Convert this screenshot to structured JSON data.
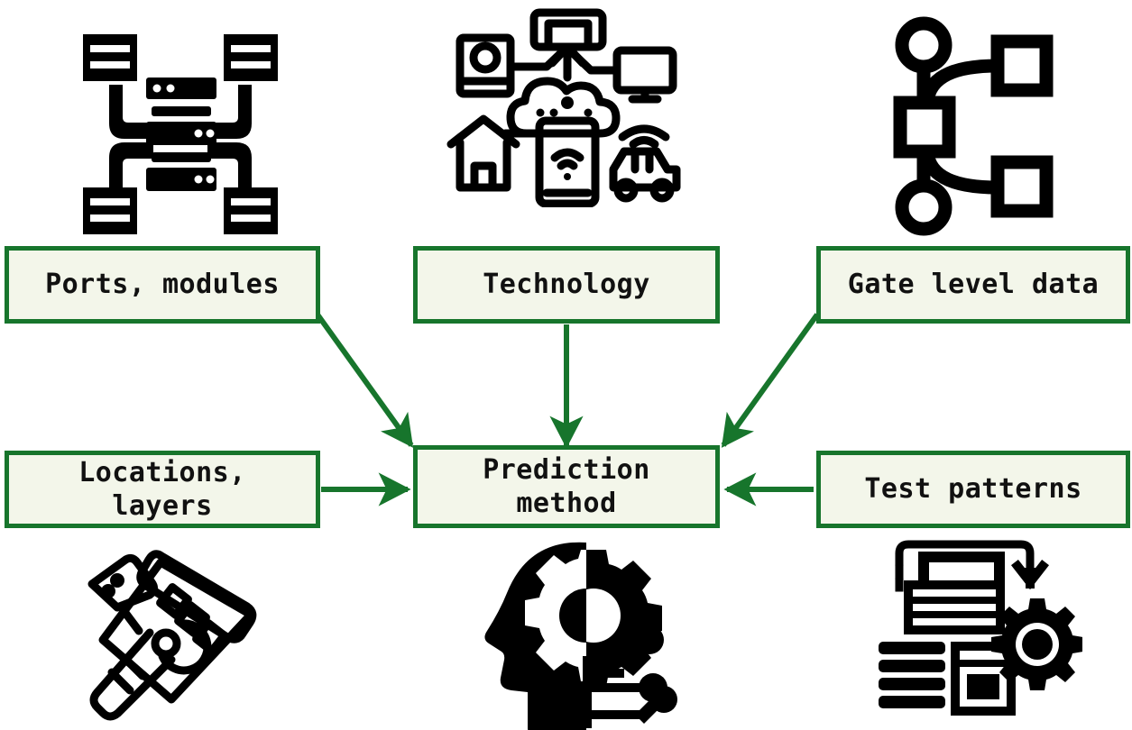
{
  "diagram": {
    "type": "block-flow-diagram",
    "accent_color": "#17752c",
    "node_fill": "#f3f6ea",
    "icon_color": "#000000",
    "background": "#ffffff",
    "nodes": [
      {
        "id": "ports-modules",
        "label": "Ports, modules",
        "row": "top",
        "column": "left",
        "icon": "server-network-icon"
      },
      {
        "id": "technology",
        "label": "Technology",
        "row": "top",
        "column": "center",
        "icon": "iot-cloud-icon"
      },
      {
        "id": "gate-level-data",
        "label": "Gate level data",
        "row": "top",
        "column": "right",
        "icon": "node-graph-icon"
      },
      {
        "id": "locations-layers",
        "label": "Locations,\nlayers",
        "row": "bottom",
        "column": "left",
        "icon": "layout-tools-icon"
      },
      {
        "id": "prediction-method",
        "label": "Prediction\nmethod",
        "row": "bottom",
        "column": "center",
        "icon": "ai-head-gear-icon"
      },
      {
        "id": "test-patterns",
        "label": "Test patterns",
        "row": "bottom",
        "column": "right",
        "icon": "document-gear-icon"
      }
    ],
    "edges": [
      {
        "from": "ports-modules",
        "to": "prediction-method",
        "style": "diagonal-down-right"
      },
      {
        "from": "technology",
        "to": "prediction-method",
        "style": "vertical-down"
      },
      {
        "from": "gate-level-data",
        "to": "prediction-method",
        "style": "diagonal-down-left"
      },
      {
        "from": "locations-layers",
        "to": "prediction-method",
        "style": "horizontal-right"
      },
      {
        "from": "test-patterns",
        "to": "prediction-method",
        "style": "horizontal-left"
      }
    ],
    "icons": [
      {
        "id": "server-network-icon",
        "title": "Server rack connected to four network nodes"
      },
      {
        "id": "iot-cloud-icon",
        "title": "IoT cloud linked to printer, camera, monitor, house, phone and car"
      },
      {
        "id": "node-graph-icon",
        "title": "Gate level node graph with circles and squares"
      },
      {
        "id": "layout-tools-icon",
        "title": "Ruler, set square and pencil layout tools"
      },
      {
        "id": "ai-head-gear-icon",
        "title": "Human head with gear and circuit traces"
      },
      {
        "id": "document-gear-icon",
        "title": "Stacked test documents processed by a gear"
      }
    ]
  }
}
